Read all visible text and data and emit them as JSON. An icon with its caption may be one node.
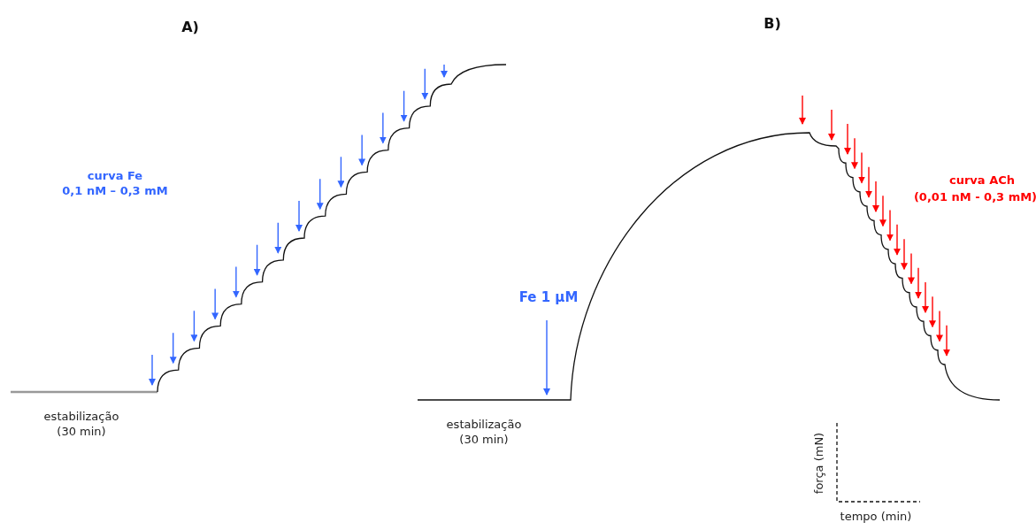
{
  "diagram": {
    "labels": [
      "A)",
      "B)",
      "curva Fe",
      "0,1 nM – 0,3 mM",
      "curva ACh",
      "(0,01 nM - 0,3 mM)",
      "Fe 1 µM",
      "estabilização (30 min)",
      "estabilização (30 min)",
      "força (mN)",
      "tempo (min)"
    ]
  }
}
